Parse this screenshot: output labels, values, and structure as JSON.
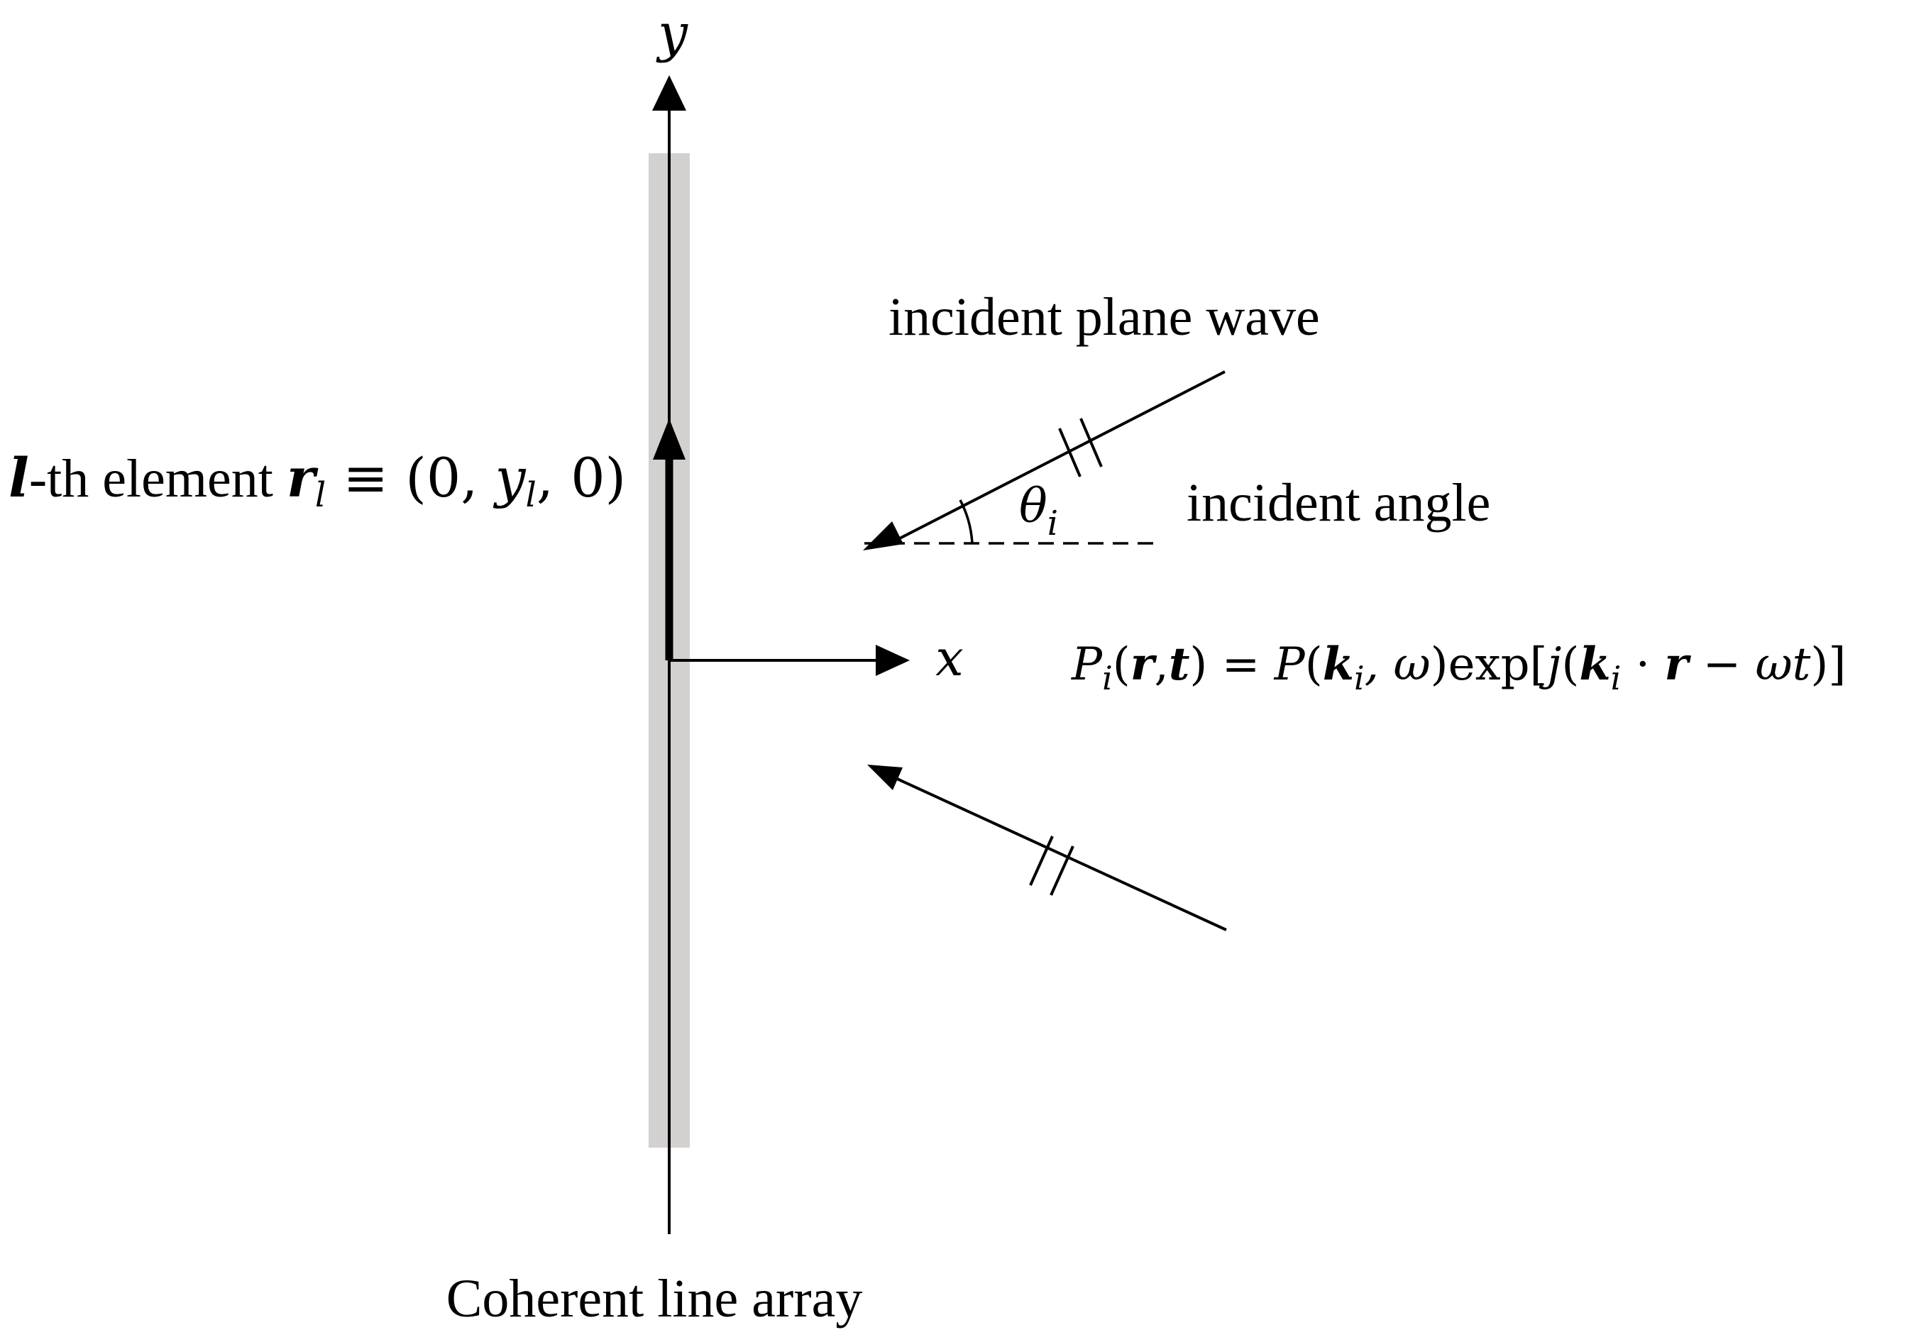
{
  "axes": {
    "y_label": "y",
    "x_label": "x"
  },
  "labels": {
    "array_caption": "Coherent line array",
    "incident_wave": "incident plane wave",
    "incident_angle": "incident angle",
    "theta_symbol": "θ",
    "theta_subscript": "i"
  },
  "element_label": {
    "l_symbol": "l",
    "th_element": "-th element ",
    "r_symbol": "r",
    "r_subscript": "l",
    "equiv": " ≡ (0, ",
    "y_symbol": "y",
    "y_subscript": "l",
    "tail": ", 0)"
  },
  "equation": {
    "P": "P",
    "P_sub": "i",
    "open": "(",
    "r": "r",
    "comma": ",",
    "t": "t",
    "close_eq": ") = ",
    "P2": "P",
    "open2": "(",
    "k": "k",
    "k_sub": "i",
    "comma_omega": ", ω",
    "exp": ")exp[",
    "j": "j",
    "open3": "(",
    "k2": "k",
    "k2_sub": "i",
    "dot": " · ",
    "r2": "r",
    "minus": " − ω",
    "t2": "t",
    "end": ")]"
  },
  "colors": {
    "array_band": "#d3d0d0",
    "line": "#000000"
  }
}
